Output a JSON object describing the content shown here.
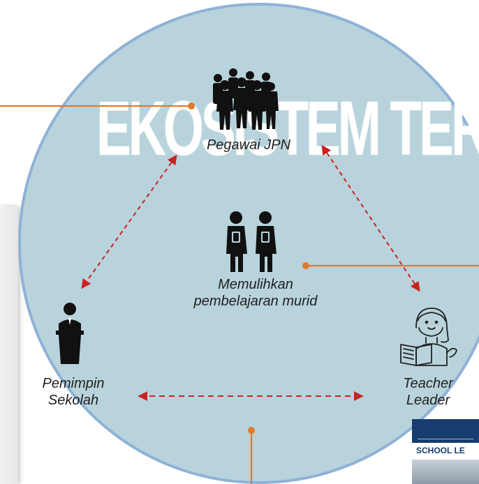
{
  "diagram": {
    "title": "EKOSISTEM TERAS",
    "nodes": {
      "jpn": "Pegawai JPN",
      "murid_line1": "Memulihkan",
      "murid_line2": "pembelajaran murid",
      "pemimpin_line1": "Pemimpin",
      "pemimpin_line2": "Sekolah",
      "teacher_line1": "Teacher",
      "teacher_line2": "Leader"
    },
    "card": {
      "text": "SCHOOL LE"
    }
  },
  "colors": {
    "circle_fill": "#b8d3dc",
    "circle_border": "#8fb2d6",
    "orange_connector": "#e07a2e",
    "red_arrow": "#cc2222",
    "card_blue": "#173c6e"
  },
  "icons": [
    "business-people-icon",
    "students-icon",
    "podium-speaker-icon",
    "teacher-reading-icon"
  ]
}
